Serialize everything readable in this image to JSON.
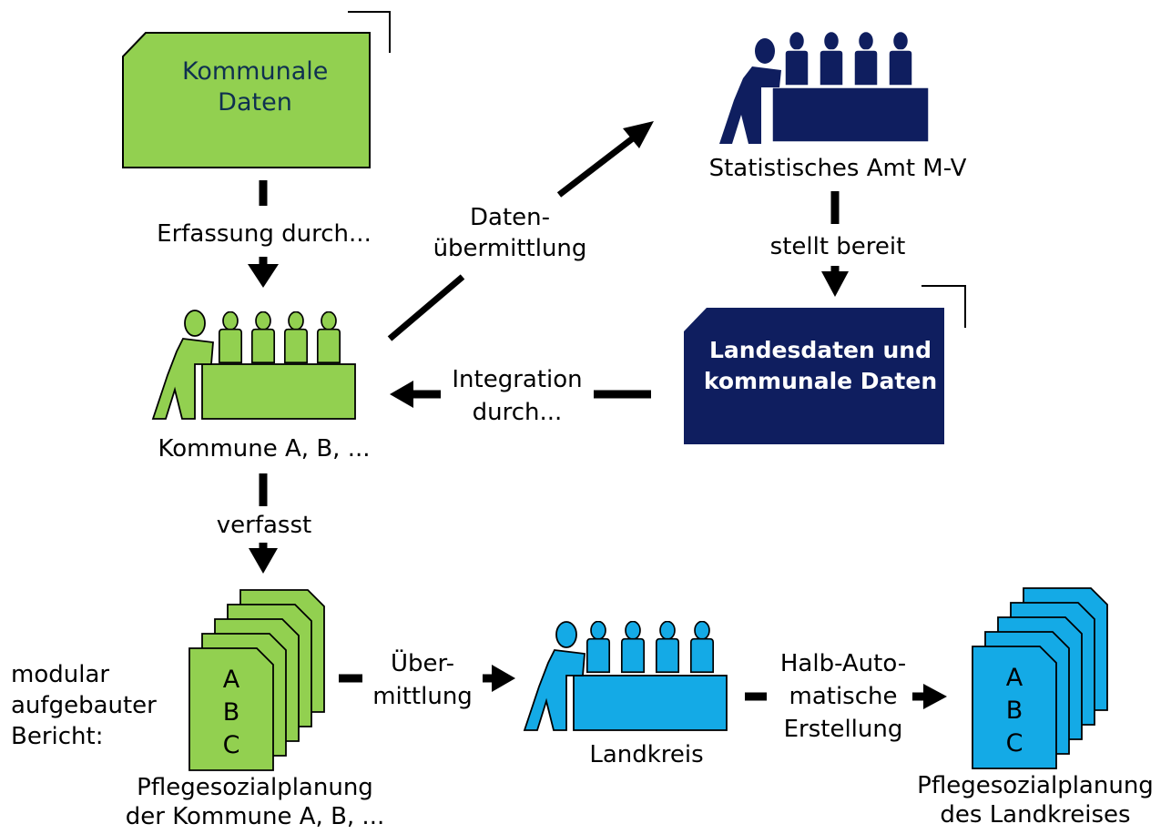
{
  "nodes": {
    "kommunale_daten": "Kommunale Daten",
    "statistisches_amt": "Statistisches Amt M-V",
    "landesdaten": "Landesdaten und kommunale Daten",
    "kommune": "Kommune A, B, ...",
    "landkreis": "Landkreis",
    "bericht_kommune_line1": "Pflegesozialplanung",
    "bericht_kommune_line2": "der Kommune A, B, ...",
    "bericht_landkreis_line1": "Pflegesozialplanung",
    "bericht_landkreis_line2": "des Landkreises"
  },
  "doc_letters": [
    "A",
    "B",
    "C"
  ],
  "edges": {
    "erfassung": "Erfassung durch...",
    "datenuebermittlung_line1": "Daten-",
    "datenuebermittlung_line2": "übermittlung",
    "stellt_bereit": "stellt bereit",
    "integration_line1": "Integration",
    "integration_line2": "durch...",
    "verfasst": "verfasst",
    "uebermittlung_line1": "Über-",
    "uebermittlung_line2": "mittlung",
    "halbauto_line1": "Halb-Auto-",
    "halbauto_line2": "matische",
    "halbauto_line3": "Erstellung"
  },
  "side_note": {
    "line1": "modular",
    "line2": "aufgebauter",
    "line3": "Bericht:"
  },
  "colors": {
    "green": "#92d050",
    "navy": "#0f1e5f",
    "cyan": "#14aae6",
    "arrow": "#000000"
  }
}
